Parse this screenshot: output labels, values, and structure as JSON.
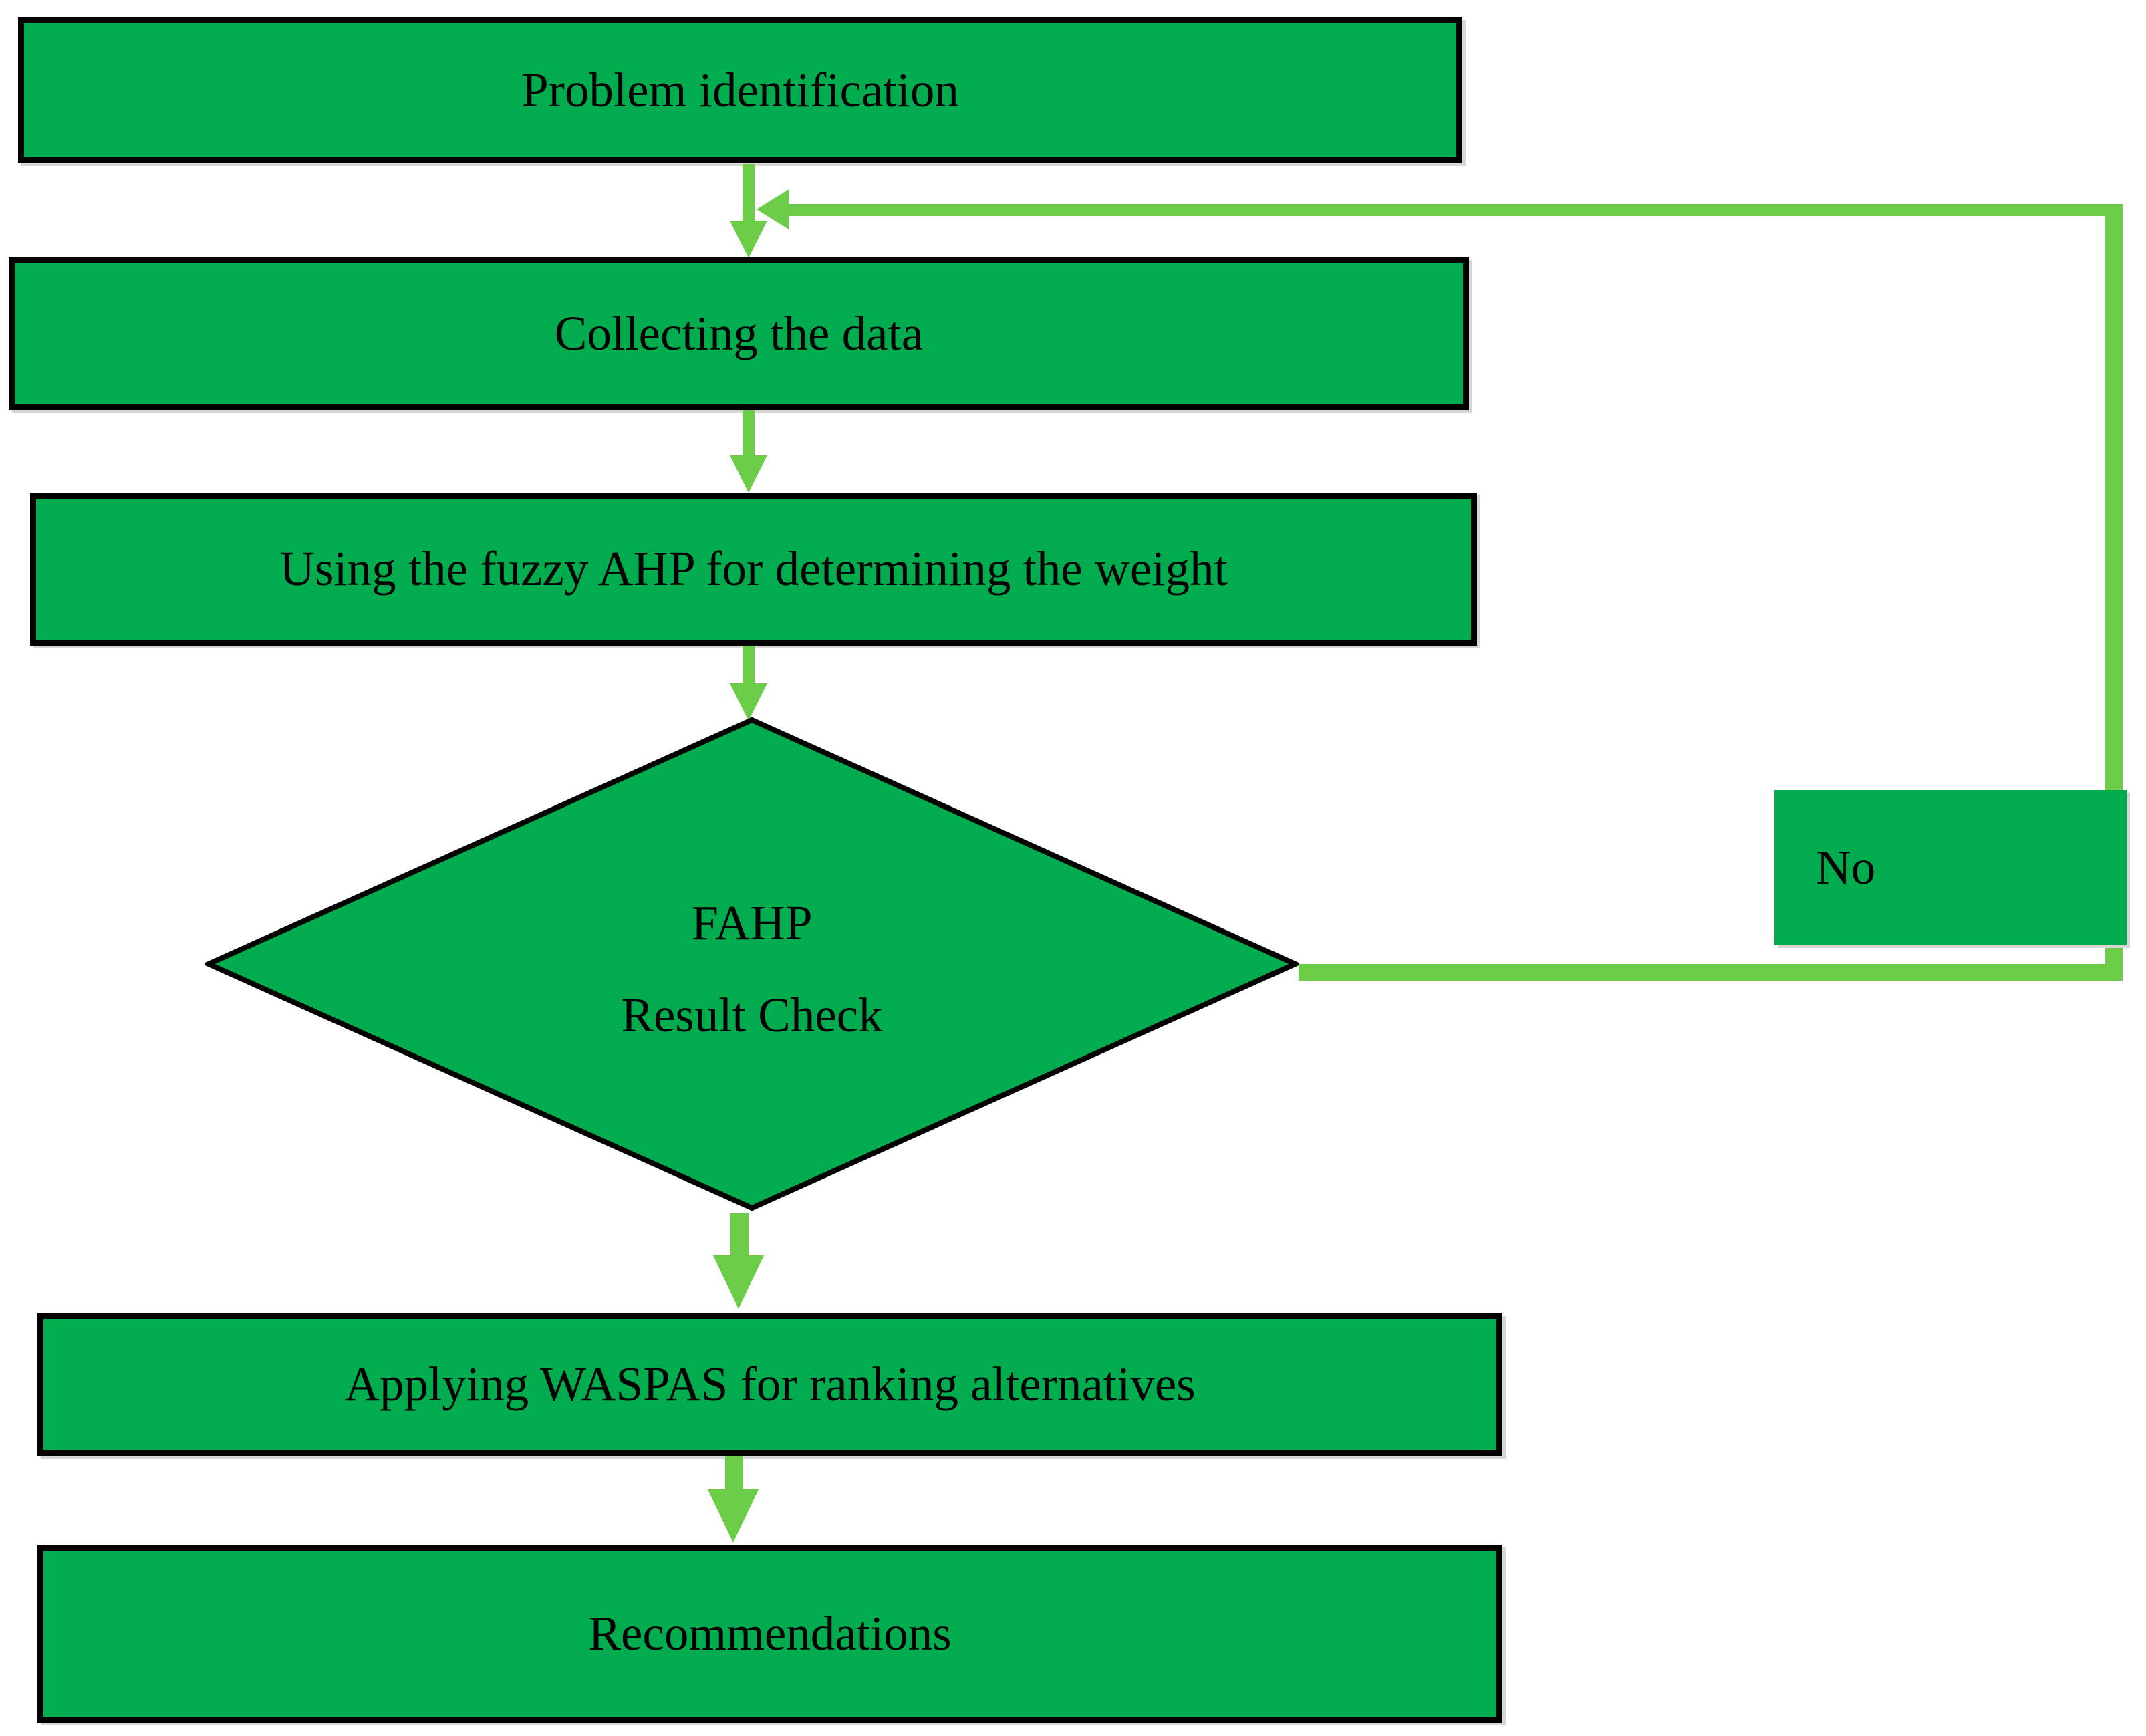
{
  "figure": {
    "type": "flowchart",
    "background_color": "#ffffff",
    "node_fill_color": "#00ac4d",
    "node_border_color": "#000000",
    "connector_color": "#6bcc48",
    "text_color": "#000000",
    "nodes": {
      "problem": {
        "shape": "rectangle",
        "label": "Problem identification"
      },
      "collect": {
        "shape": "rectangle",
        "label": "Collecting the data"
      },
      "fuzzy_ahp": {
        "shape": "rectangle",
        "label": "Using the fuzzy AHP for determining the weight"
      },
      "decision": {
        "shape": "diamond",
        "label_line1": "FAHP",
        "label_line2": "Result Check"
      },
      "waspas": {
        "shape": "rectangle",
        "label": "Applying WASPAS for ranking alternatives"
      },
      "recommendations": {
        "shape": "rectangle",
        "label": "Recommendations"
      }
    },
    "edges": [
      {
        "from": "problem",
        "to": "collect",
        "label": ""
      },
      {
        "from": "collect",
        "to": "fuzzy_ahp",
        "label": ""
      },
      {
        "from": "fuzzy_ahp",
        "to": "decision",
        "label": ""
      },
      {
        "from": "decision",
        "to": "waspas",
        "label": ""
      },
      {
        "from": "waspas",
        "to": "recommendations",
        "label": ""
      },
      {
        "from": "decision",
        "to": "collect",
        "label": "No",
        "type": "feedback-loop"
      }
    ]
  }
}
